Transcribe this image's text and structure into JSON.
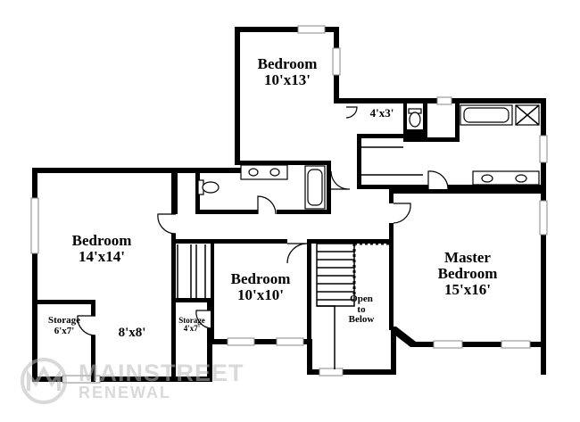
{
  "rooms": {
    "bedroom_top": {
      "name": "Bedroom",
      "size": "10'x13'"
    },
    "bath_closet": {
      "size": "4'x3'"
    },
    "bedroom_left": {
      "name": "Bedroom",
      "size": "14'x14'"
    },
    "storage_left": {
      "name": "Storage",
      "size": "6'x7'"
    },
    "closet_left": {
      "size": "8'x8'"
    },
    "storage_center": {
      "name": "Storage",
      "size": "4'x7'"
    },
    "bedroom_center": {
      "name": "Bedroom",
      "size": "10'x10'"
    },
    "open_below": {
      "line1": "Open",
      "line2": "to",
      "line3": "Below"
    },
    "master": {
      "line1": "Master",
      "line2": "Bedroom",
      "size": "15'x16'"
    }
  },
  "watermark": {
    "name": "MAINSTREET",
    "sub": "RENEWAL"
  },
  "colors": {
    "wall": "#000000",
    "background": "#ffffff",
    "watermark": "#bbbbbb"
  }
}
